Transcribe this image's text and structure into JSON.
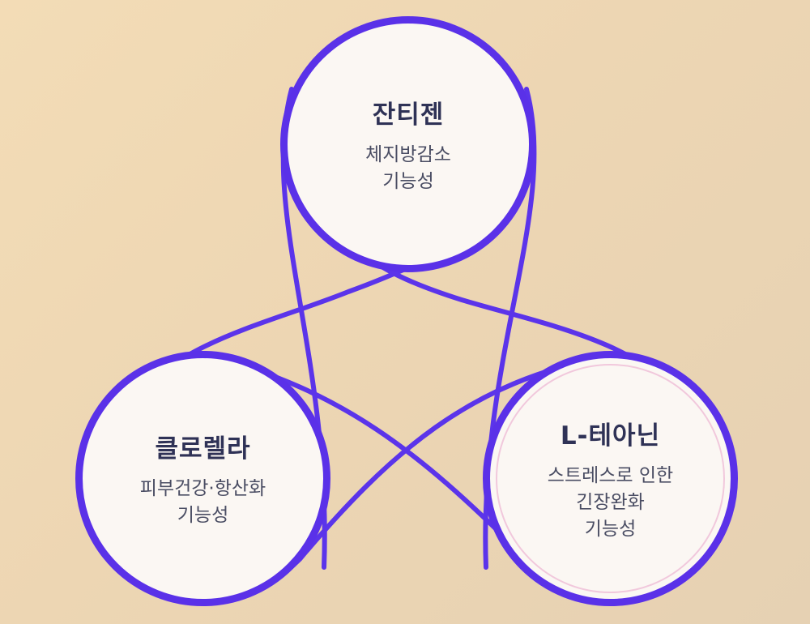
{
  "diagram": {
    "colors": {
      "ring": "#5a31e8",
      "fill": "#fbf7f3",
      "title": "#2f3256",
      "text": "#4a4d63",
      "accent_ring": "#f1c8dc"
    },
    "nodes": [
      {
        "id": "top",
        "title": "잔티젠",
        "lines": [
          "체지방감소",
          "기능성"
        ]
      },
      {
        "id": "left",
        "title": "클로렐라",
        "lines": [
          "피부건강·항산화",
          "기능성"
        ]
      },
      {
        "id": "right",
        "title": "L-테아닌",
        "lines": [
          "스트레스로 인한",
          "긴장완화",
          "기능성"
        ]
      }
    ]
  }
}
